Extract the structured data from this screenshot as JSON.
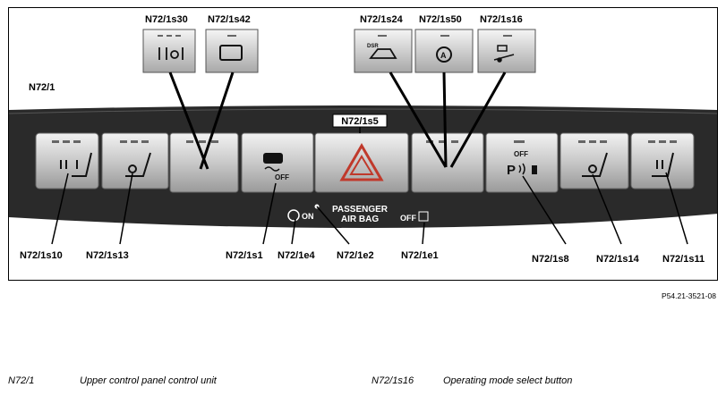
{
  "diagram": {
    "panel_label": "N72/1",
    "top_labels": {
      "s30": "N72/1s30",
      "s42": "N72/1s42",
      "s24": "N72/1s24",
      "s50": "N72/1s50",
      "s16": "N72/1s16",
      "s5": "N72/1s5"
    },
    "bottom_labels": {
      "s10": "N72/1s10",
      "s13": "N72/1s13",
      "s1": "N72/1s1",
      "e4": "N72/1e4",
      "e2": "N72/1e2",
      "e1": "N72/1e1",
      "s8": "N72/1s8",
      "s14": "N72/1s14",
      "s11": "N72/1s11"
    },
    "panel_text": {
      "passenger_airbag": "PASSENGER",
      "passenger_airbag_line2": "AIR BAG",
      "on_text": "ON",
      "off_text": "OFF",
      "esp_off": "OFF",
      "parktronic_off": "OFF",
      "dsr": "DSR"
    }
  },
  "figure_id": "P54.21-3521-08",
  "legend": [
    {
      "code": "N72/1",
      "desc": "Upper control panel control unit"
    },
    {
      "code": "N72/1s16",
      "desc": "Operating mode select button"
    }
  ]
}
